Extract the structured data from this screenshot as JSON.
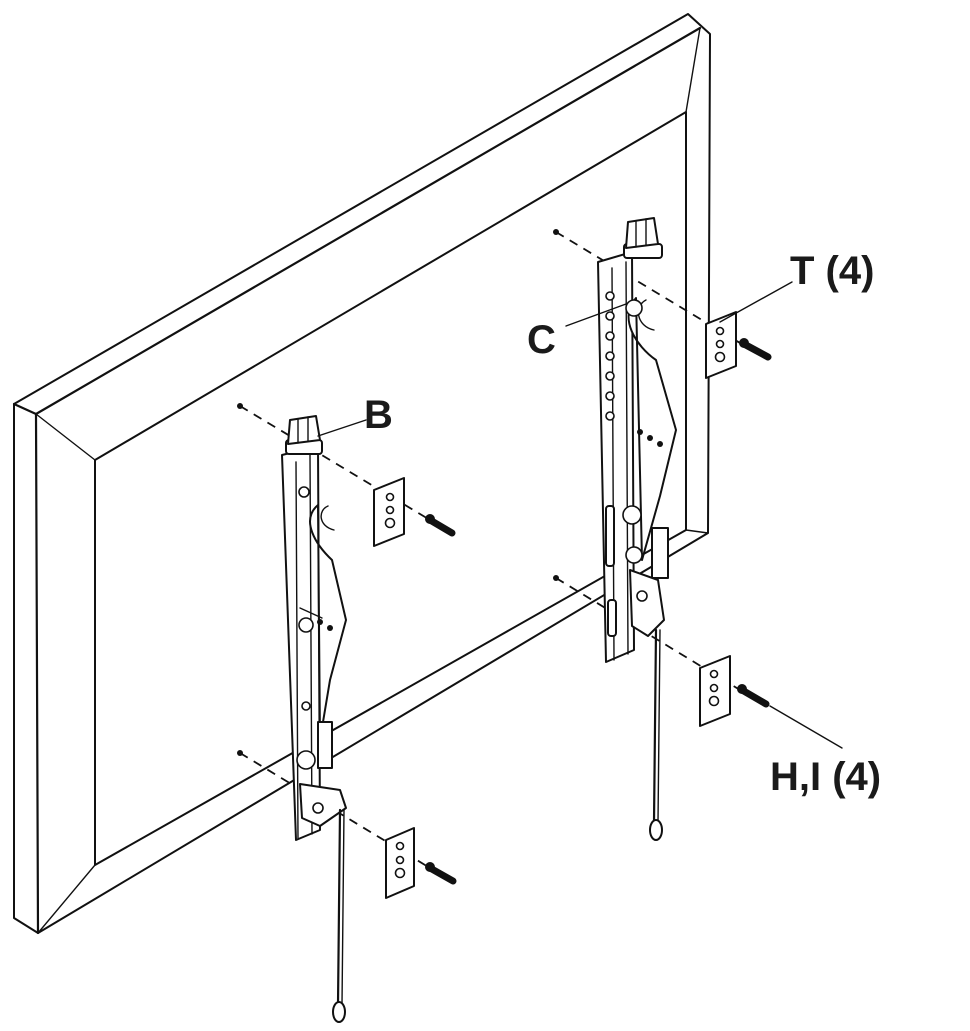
{
  "labels": {
    "bracket": "B",
    "cap": "C",
    "washer": "T (4)",
    "screw": "H,I (4)"
  },
  "colors": {
    "line": "#111111",
    "background": "#ffffff",
    "label": "#1a1a1a"
  }
}
